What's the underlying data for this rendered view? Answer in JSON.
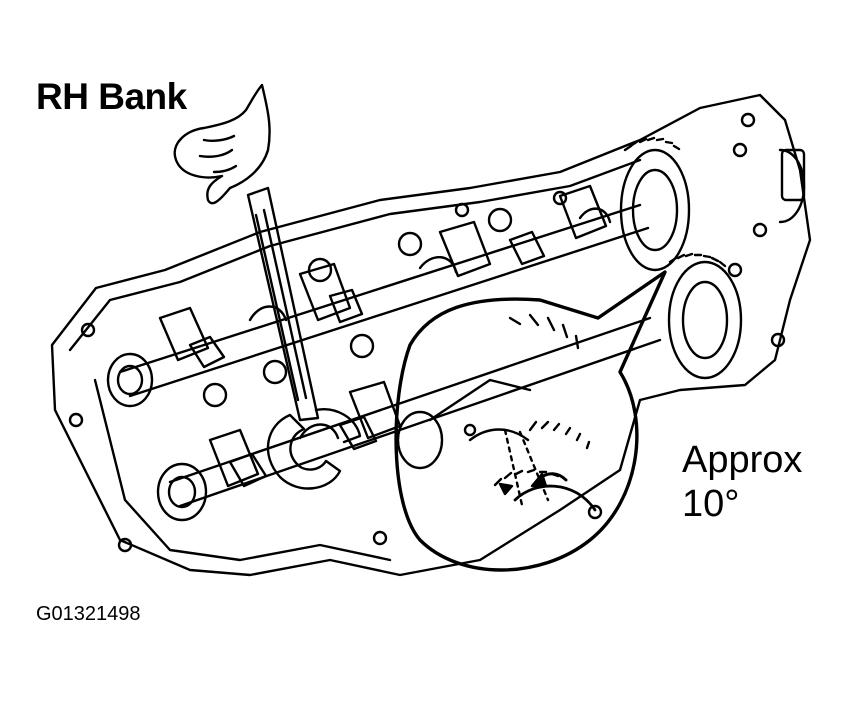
{
  "figure": {
    "title": "RH Bank",
    "callout_line1": "Approx",
    "callout_line2": "10°",
    "figure_id": "G01321498"
  },
  "colors": {
    "ink": "#000000",
    "paper": "#ffffff"
  },
  "icons": [
    "hand-icon",
    "wrench-icon",
    "camshaft-icon",
    "gear-icon",
    "arrow-icon"
  ]
}
